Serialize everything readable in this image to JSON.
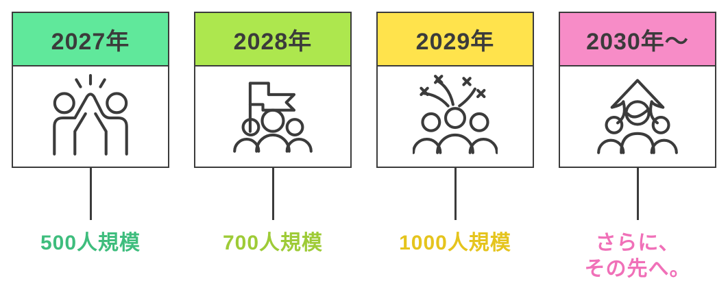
{
  "palette": {
    "ink": "#3B3B3B",
    "background": "#FFFFFF"
  },
  "timeline": {
    "items": [
      {
        "year": "2027年",
        "header_color": "#60E89B",
        "icon": "high-five-icon",
        "label": "500人規模",
        "label_color": "#3EBD7D"
      },
      {
        "year": "2028年",
        "header_color": "#ADE74E",
        "icon": "team-flag-icon",
        "label": "700人規模",
        "label_color": "#9ECB37"
      },
      {
        "year": "2029年",
        "header_color": "#FFE34C",
        "icon": "crowd-celebration-icon",
        "label": "1000人規模",
        "label_color": "#E5C41D"
      },
      {
        "year": "2030年〜",
        "header_color": "#F78CC7",
        "icon": "team-growth-arrow-icon",
        "label": "さらに、\nその先へ。",
        "label_color": "#F070B8"
      }
    ]
  }
}
